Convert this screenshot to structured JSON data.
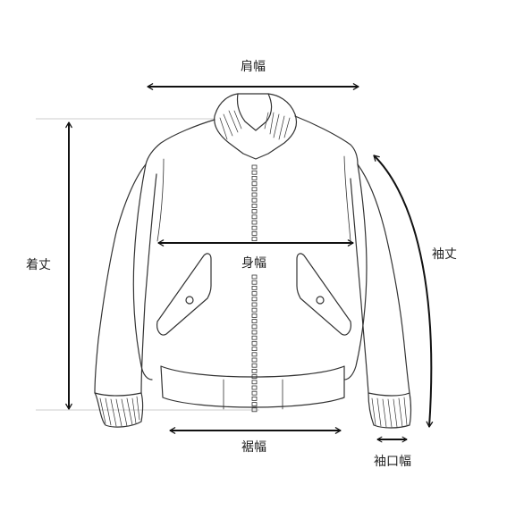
{
  "labels": {
    "shoulder_width": "肩幅",
    "body_width": "身幅",
    "length": "着丈",
    "sleeve_length": "袖丈",
    "hem_width": "裾幅",
    "cuff_width": "袖口幅"
  },
  "colors": {
    "outline": "#333333",
    "arrow": "#111111",
    "guide": "#cccccc",
    "text": "#222222"
  },
  "icons": {
    "garment": "bomber-jacket-outline"
  }
}
